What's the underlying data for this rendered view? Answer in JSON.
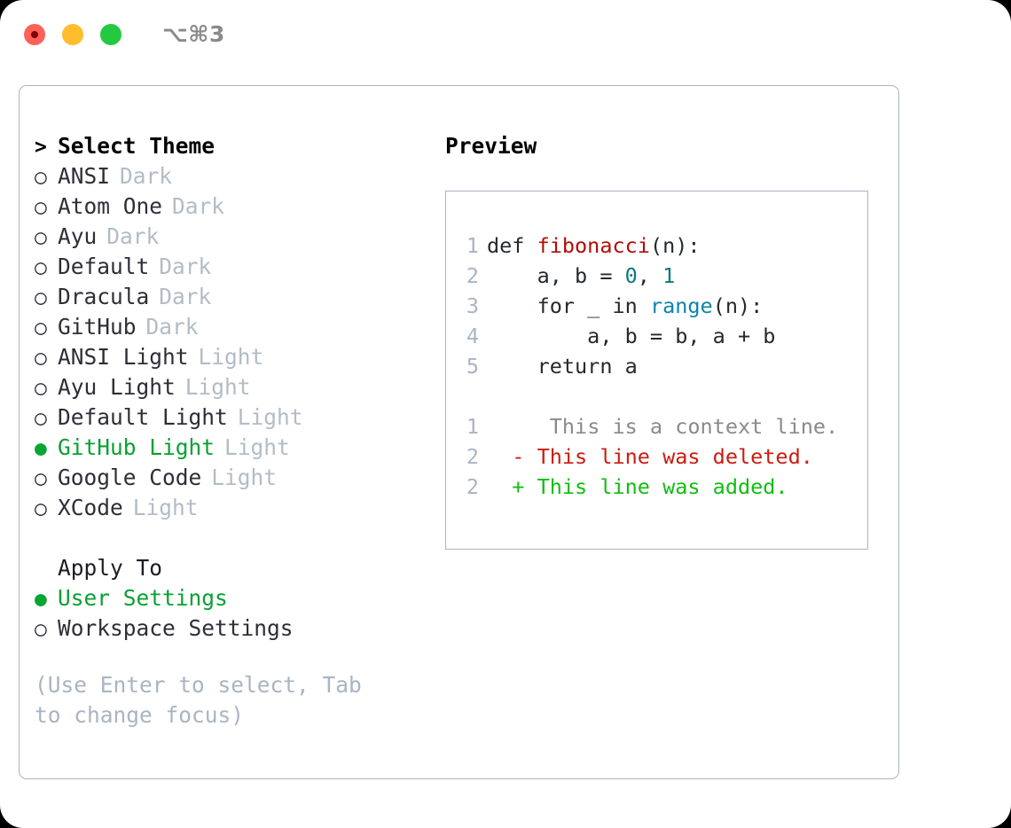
{
  "titlebar": {
    "shortcut": "⌥⌘3",
    "buttons": [
      {
        "name": "close",
        "color": "#ff6159"
      },
      {
        "name": "minimize",
        "color": "#ffbd2e"
      },
      {
        "name": "zoom",
        "color": "#25c940"
      }
    ]
  },
  "theme_picker": {
    "caret": ">",
    "heading": "Select Theme",
    "bullet_off": "○",
    "bullet_on": "●",
    "items": [
      {
        "label": "ANSI",
        "suffix": "Dark",
        "selected": false
      },
      {
        "label": "Atom One",
        "suffix": "Dark",
        "selected": false
      },
      {
        "label": "Ayu",
        "suffix": "Dark",
        "selected": false
      },
      {
        "label": "Default",
        "suffix": "Dark",
        "selected": false
      },
      {
        "label": "Dracula",
        "suffix": "Dark",
        "selected": false
      },
      {
        "label": "GitHub",
        "suffix": "Dark",
        "selected": false
      },
      {
        "label": "ANSI Light",
        "suffix": "Light",
        "selected": false
      },
      {
        "label": "Ayu Light",
        "suffix": "Light",
        "selected": false
      },
      {
        "label": "Default Light",
        "suffix": "Light",
        "selected": false
      },
      {
        "label": "GitHub Light",
        "suffix": "Light",
        "selected": true
      },
      {
        "label": "Google Code",
        "suffix": "Light",
        "selected": false
      },
      {
        "label": "XCode",
        "suffix": "Light",
        "selected": false
      }
    ]
  },
  "apply_to": {
    "heading": "Apply To",
    "items": [
      {
        "label": "User Settings",
        "selected": true
      },
      {
        "label": "Workspace Settings",
        "selected": false
      }
    ]
  },
  "hint": "(Use Enter to select, Tab to change focus)",
  "preview": {
    "title": "Preview",
    "code_lines": [
      {
        "num": "1",
        "tokens": [
          {
            "text": "def ",
            "kind": "plain"
          },
          {
            "text": "fibonacci",
            "kind": "fn"
          },
          {
            "text": "(n):",
            "kind": "plain"
          }
        ]
      },
      {
        "num": "2",
        "tokens": [
          {
            "text": "    a, b = ",
            "kind": "plain"
          },
          {
            "text": "0",
            "kind": "num"
          },
          {
            "text": ", ",
            "kind": "plain"
          },
          {
            "text": "1",
            "kind": "num"
          }
        ]
      },
      {
        "num": "3",
        "tokens": [
          {
            "text": "    for _ in ",
            "kind": "plain"
          },
          {
            "text": "range",
            "kind": "builtin"
          },
          {
            "text": "(n):",
            "kind": "plain"
          }
        ]
      },
      {
        "num": "4",
        "tokens": [
          {
            "text": "        a, b = b, a + b",
            "kind": "plain"
          }
        ]
      },
      {
        "num": "5",
        "tokens": [
          {
            "text": "    return a",
            "kind": "plain"
          }
        ]
      }
    ],
    "diff_lines": [
      {
        "num": "1",
        "marker": " ",
        "text": "  This is a context line.",
        "kind": "context"
      },
      {
        "num": "2",
        "marker": "-",
        "text": " This line was deleted.",
        "kind": "deleted"
      },
      {
        "num": "2",
        "marker": "+",
        "text": " This line was added.",
        "kind": "added"
      }
    ]
  },
  "colors": {
    "accent_green": "#0aa033",
    "border": "#aab4c2",
    "muted": "#b3bcc6",
    "hint": "#aab4c2",
    "fn_red": "#b20d08",
    "number_teal": "#0b7a7a",
    "builtin_blue": "#0b84a8",
    "diff_delete": "#cc1b10",
    "diff_add": "#12bd12",
    "diff_context": "#8a8a8a"
  }
}
